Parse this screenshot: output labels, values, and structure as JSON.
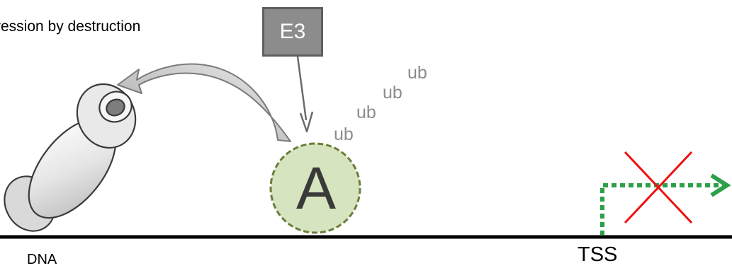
{
  "title": "ression by destruction",
  "nodes": {
    "e3": "E3",
    "protein_a": "A"
  },
  "ubiquitin": [
    "ub",
    "ub",
    "ub",
    "ub"
  ],
  "labels": {
    "dna": "DNA",
    "tss": "TSS"
  },
  "colors": {
    "dna_line": "#000000",
    "e3_fill": "#8c8c8c",
    "e3_border": "#5f5f5f",
    "ubiquitin_text": "#8c8c8c",
    "protein_a_fill": "#d6e4bf",
    "protein_a_border": "#6b7d3a",
    "proteasome": "#d9d9d9",
    "transcription_arrow": "#2ca048",
    "block_cross": "#ee1111"
  }
}
